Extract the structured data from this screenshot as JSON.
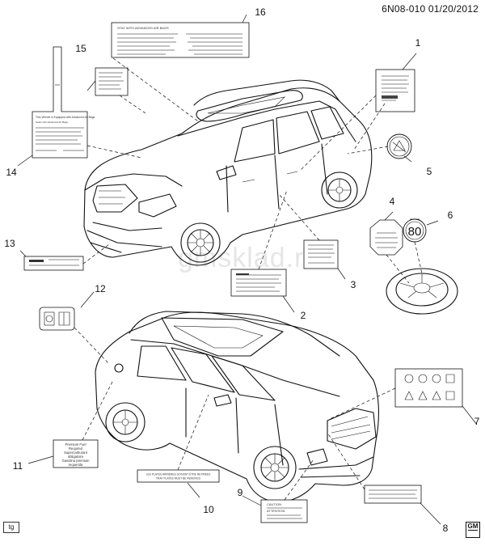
{
  "header": {
    "code": "6N08-010  01/20/2012"
  },
  "corner_tag": "tg",
  "logo": {
    "top": "GM",
    "bottom": ""
  },
  "watermark": "gmsklad.ru",
  "callouts": [
    {
      "id": "callout-1",
      "number": "1"
    },
    {
      "id": "callout-2",
      "number": "2"
    },
    {
      "id": "callout-3",
      "number": "3"
    },
    {
      "id": "callout-4",
      "number": "4"
    },
    {
      "id": "callout-5",
      "number": "5"
    },
    {
      "id": "callout-6",
      "number": "6"
    },
    {
      "id": "callout-7",
      "number": "7"
    },
    {
      "id": "callout-8",
      "number": "8"
    },
    {
      "id": "callout-9",
      "number": "9"
    },
    {
      "id": "callout-10",
      "number": "10"
    },
    {
      "id": "callout-11",
      "number": "11"
    },
    {
      "id": "callout-12",
      "number": "12"
    },
    {
      "id": "callout-13",
      "number": "13"
    },
    {
      "id": "callout-14",
      "number": "14"
    },
    {
      "id": "callout-15",
      "number": "15"
    },
    {
      "id": "callout-16",
      "number": "16"
    }
  ],
  "labels": {
    "label_16_title": "STAY WITH ADVANCED AIR BAGS",
    "label_14_title": "This Vehicle is Equipped with Advanced Air Bags",
    "label_14_sub": "Seats with Advanced Air Bags",
    "label_6_value": "80",
    "label_11_line1": "Premium Fuel",
    "label_11_line2": "Required",
    "label_11_line3": "Supercarburant",
    "label_11_line4": "obligatoire",
    "label_11_line5": "Gasolina premium",
    "label_11_line6": "requerida",
    "label_10_line1": "LES PLATES ARRIÈRES DOIVENT ÊTRE RETIRÉES",
    "label_10_line2": "TRAY PLATES MUST BE REMOVED",
    "label_9_title": "CAUTION",
    "label_9_sub": "ATTENTION"
  }
}
